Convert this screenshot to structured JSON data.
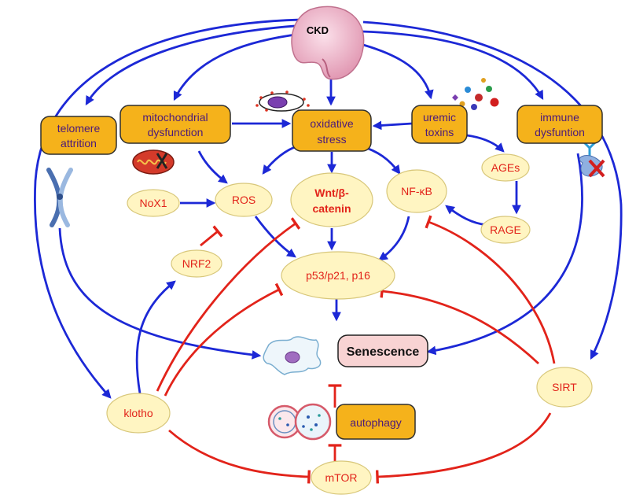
{
  "nodes": {
    "ckd": "CKD",
    "telomere": [
      "telomere",
      "attrition"
    ],
    "mito": [
      "mitochondrial",
      "dysfunction"
    ],
    "oxidative": [
      "oxidative",
      "stress"
    ],
    "uremic": [
      "uremic",
      "toxins"
    ],
    "immune": [
      "immune",
      "dysfuntion"
    ],
    "ages": "AGEs",
    "rage": "RAGE",
    "nox1": "NoX1",
    "ros": "ROS",
    "wnt": [
      "Wnt/β-",
      "catenin"
    ],
    "nfkb": "NF-κB",
    "nrf2": "NRF2",
    "p53": "p53/p21, p16",
    "senescence": "Senescence",
    "klotho": "klotho",
    "sirt": "SIRT",
    "autophagy": "autophagy",
    "mtor": "mTOR"
  },
  "icons": {
    "kidney": "kidney-icon",
    "mitochondrion": "mitochondrion-icon",
    "chromosome": "chromosome-icon",
    "toxins": "toxin-particles-icon",
    "antibody": "antibody-icon",
    "senescent_cell": "senescent-cell-icon",
    "autophagosome": "autophagosome-icon",
    "ros_cell": "oxidized-cell-icon"
  },
  "colors": {
    "activation": "#1c28d6",
    "inhibition": "#e2231a",
    "box_fill": "#f5b21b",
    "oval_fill": "#fff5c2",
    "senescence_fill": "#f8d3d3",
    "box_text": "#4b1a7a",
    "oval_text": "#e2231a"
  }
}
